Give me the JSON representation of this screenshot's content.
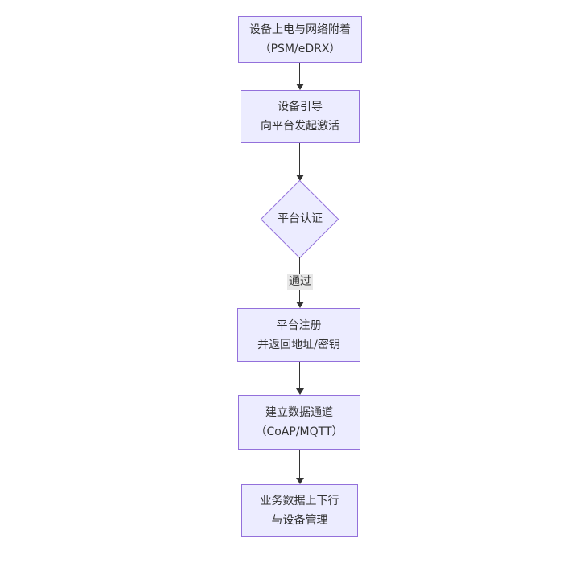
{
  "diagram": {
    "type": "flowchart",
    "direction": "top-down",
    "colors": {
      "background": "#ffffff",
      "node_fill": "#ECECFF",
      "node_border": "#9370DB",
      "text": "#333333",
      "edge": "#333333",
      "edge_label_bg": "#e8e8e8"
    },
    "nodes": [
      {
        "id": "power-attach",
        "shape": "rect",
        "lines": [
          "设备上电与网络附着",
          "（PSM/eDRX）"
        ]
      },
      {
        "id": "bootstrap",
        "shape": "rect",
        "lines": [
          "设备引导",
          "向平台发起激活"
        ]
      },
      {
        "id": "auth",
        "shape": "diamond",
        "lines": [
          "平台认证"
        ]
      },
      {
        "id": "register",
        "shape": "rect",
        "lines": [
          "平台注册",
          "并返回地址/密钥"
        ]
      },
      {
        "id": "channel",
        "shape": "rect",
        "lines": [
          "建立数据通道",
          "（CoAP/MQTT）"
        ]
      },
      {
        "id": "business",
        "shape": "rect",
        "lines": [
          "业务数据上下行",
          "与设备管理"
        ]
      }
    ],
    "edges": [
      {
        "from": "power-attach",
        "to": "bootstrap",
        "label": ""
      },
      {
        "from": "bootstrap",
        "to": "auth",
        "label": ""
      },
      {
        "from": "auth",
        "to": "register",
        "label": "通过"
      },
      {
        "from": "register",
        "to": "channel",
        "label": ""
      },
      {
        "from": "channel",
        "to": "business",
        "label": ""
      }
    ]
  }
}
